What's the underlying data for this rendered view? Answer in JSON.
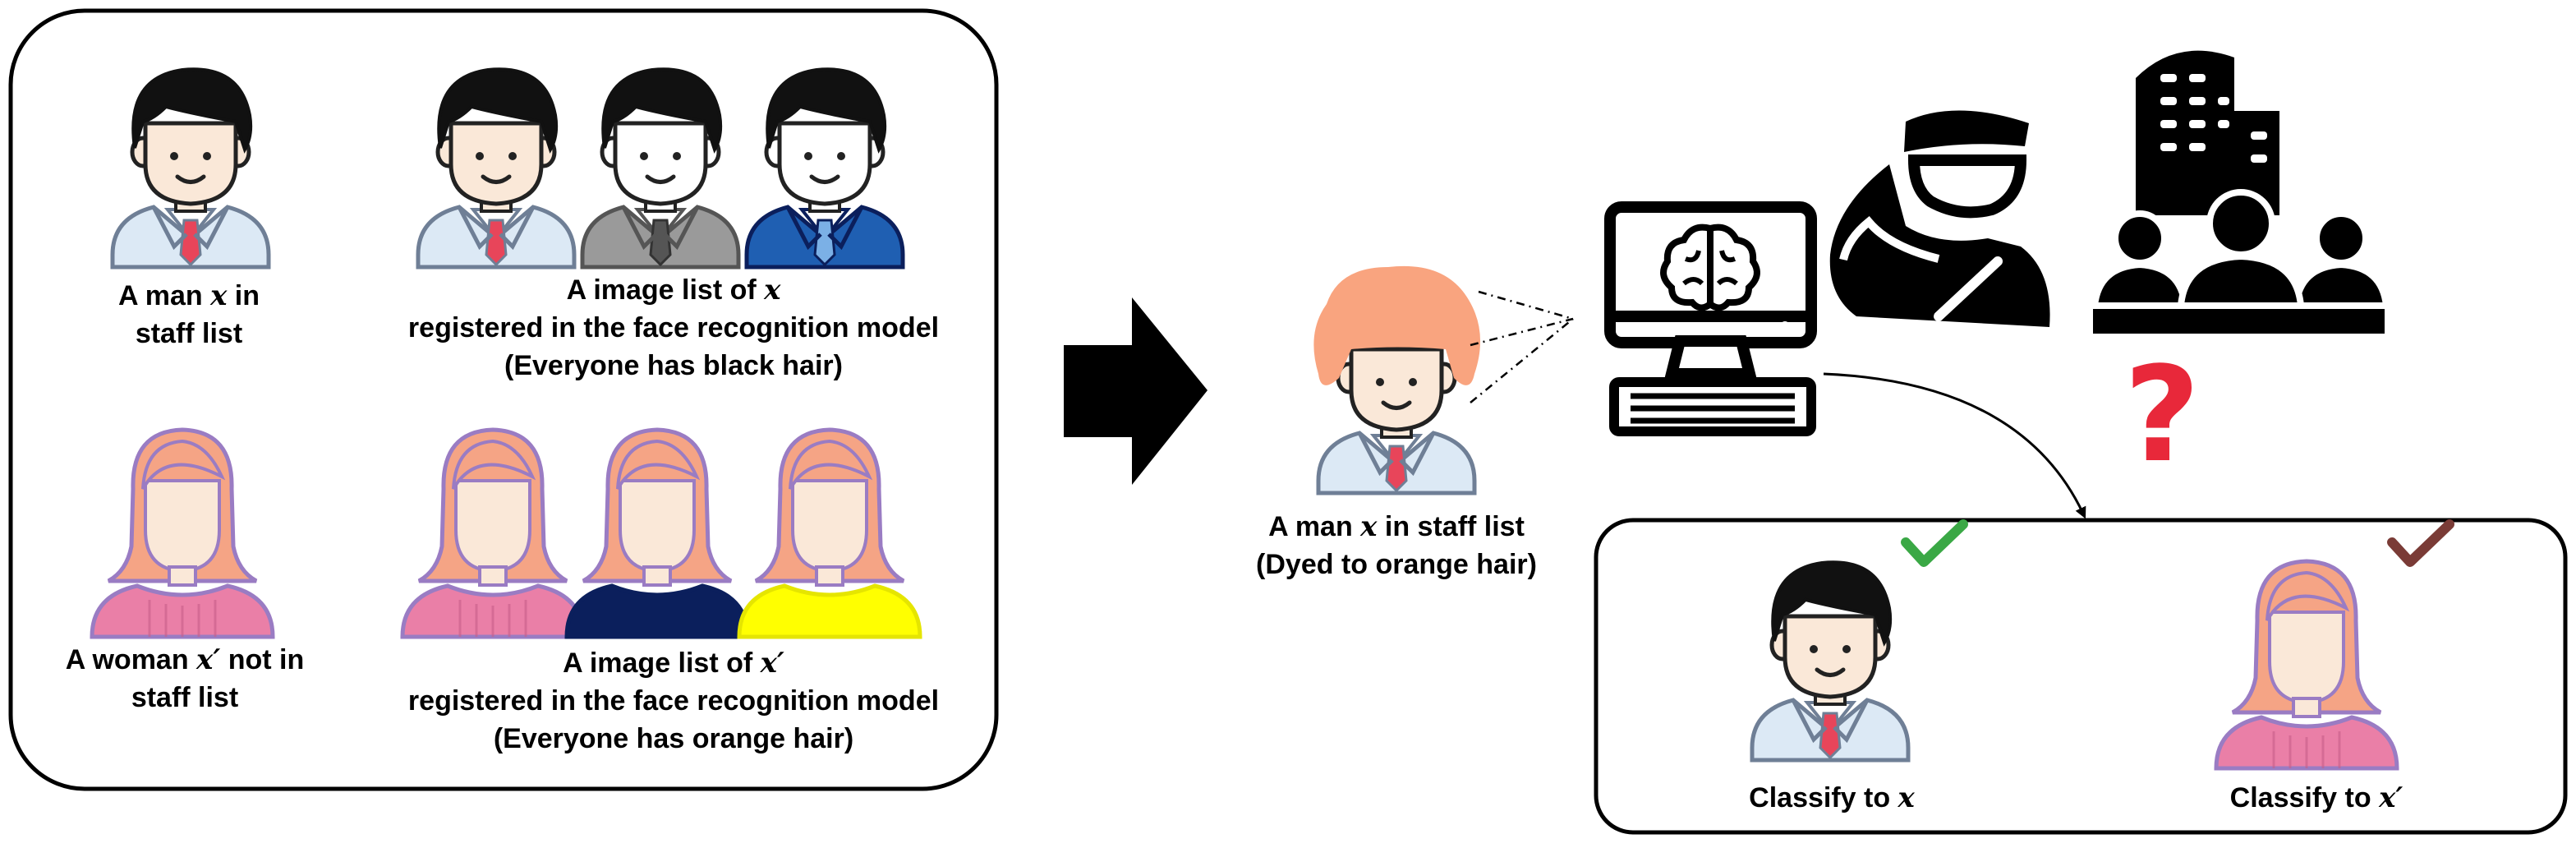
{
  "left_panel": {
    "man_caption": {
      "l1a": "A man ",
      "var": "x",
      "l1b": " in",
      "l2": "staff list"
    },
    "man_list_caption": {
      "l1a": "A image list of ",
      "var": "x",
      "l2": "registered in the face recognition model",
      "l3": "(Everyone has black hair)"
    },
    "woman_caption": {
      "l1a": "A woman ",
      "var": "x′",
      "l1b": " not in",
      "l2": "staff list"
    },
    "woman_list_caption": {
      "l1a": "A image list of ",
      "var": "x′",
      "l2": "registered in the face recognition model",
      "l3": "(Everyone has orange hair)"
    }
  },
  "middle": {
    "caption": {
      "l1a": "A man ",
      "var": "x",
      "l1b": " in staff list",
      "l2": "(Dyed to orange hair)"
    }
  },
  "question_mark": "?",
  "result_panel": {
    "left_caption": {
      "text": "Classify to ",
      "var": "x"
    },
    "right_caption": {
      "text": "Classify to ",
      "var": "x′"
    }
  },
  "colors": {
    "skin": "#fae8d8",
    "black_hair": "#111111",
    "orange_hair": "#f9a47f",
    "woman_hair": "#f5a485",
    "woman_outline": "#9a7cc3",
    "pink_shirt": "#ea7fa7",
    "tie_red": "#e8455a",
    "coat_light": "#dce9f5",
    "coat_gray": "#9a9a9a",
    "coat_blue": "#1f5fb2",
    "shirt_navy": "#0b1f5c",
    "shirt_yellow": "#ffff00",
    "check_green": "#3aa845",
    "check_brown": "#7a3b36",
    "question_red": "#e8283a"
  },
  "icons": [
    "male-staff-avatar",
    "female-avatar",
    "brain-computer-icon",
    "security-guard-icon",
    "office-people-icon",
    "question-icon",
    "check-icon",
    "arrow-right-icon"
  ]
}
